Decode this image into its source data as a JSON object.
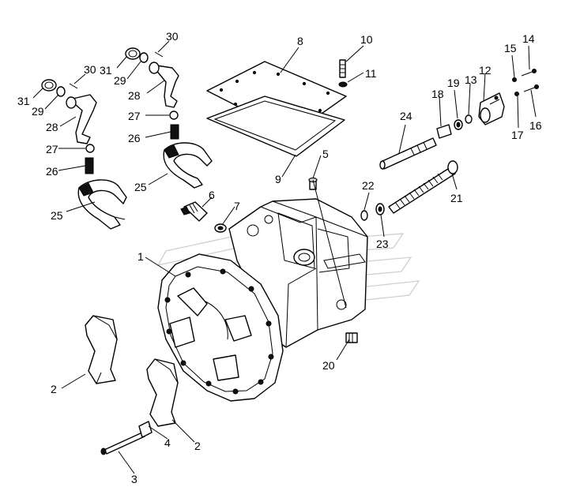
{
  "callouts": [
    {
      "id": "1",
      "text": "1"
    },
    {
      "id": "2a",
      "text": "2"
    },
    {
      "id": "2b",
      "text": "2"
    },
    {
      "id": "3",
      "text": "3"
    },
    {
      "id": "4",
      "text": "4"
    },
    {
      "id": "5",
      "text": "5"
    },
    {
      "id": "6",
      "text": "6"
    },
    {
      "id": "7",
      "text": "7"
    },
    {
      "id": "8",
      "text": "8"
    },
    {
      "id": "9",
      "text": "9"
    },
    {
      "id": "10",
      "text": "10"
    },
    {
      "id": "11",
      "text": "11"
    },
    {
      "id": "12",
      "text": "12"
    },
    {
      "id": "13",
      "text": "13"
    },
    {
      "id": "14",
      "text": "14"
    },
    {
      "id": "15",
      "text": "15"
    },
    {
      "id": "16",
      "text": "16"
    },
    {
      "id": "17",
      "text": "17"
    },
    {
      "id": "18",
      "text": "18"
    },
    {
      "id": "19",
      "text": "19"
    },
    {
      "id": "20",
      "text": "20"
    },
    {
      "id": "21",
      "text": "21"
    },
    {
      "id": "22",
      "text": "22"
    },
    {
      "id": "23",
      "text": "23"
    },
    {
      "id": "24",
      "text": "24"
    },
    {
      "id": "25a",
      "text": "25"
    },
    {
      "id": "25b",
      "text": "25"
    },
    {
      "id": "26a",
      "text": "26"
    },
    {
      "id": "26b",
      "text": "26"
    },
    {
      "id": "27a",
      "text": "27"
    },
    {
      "id": "27b",
      "text": "27"
    },
    {
      "id": "28a",
      "text": "28"
    },
    {
      "id": "28b",
      "text": "28"
    },
    {
      "id": "29a",
      "text": "29"
    },
    {
      "id": "29b",
      "text": "29"
    },
    {
      "id": "30a",
      "text": "30"
    },
    {
      "id": "30b",
      "text": "30"
    },
    {
      "id": "31a",
      "text": "31"
    },
    {
      "id": "31b",
      "text": "31"
    }
  ]
}
